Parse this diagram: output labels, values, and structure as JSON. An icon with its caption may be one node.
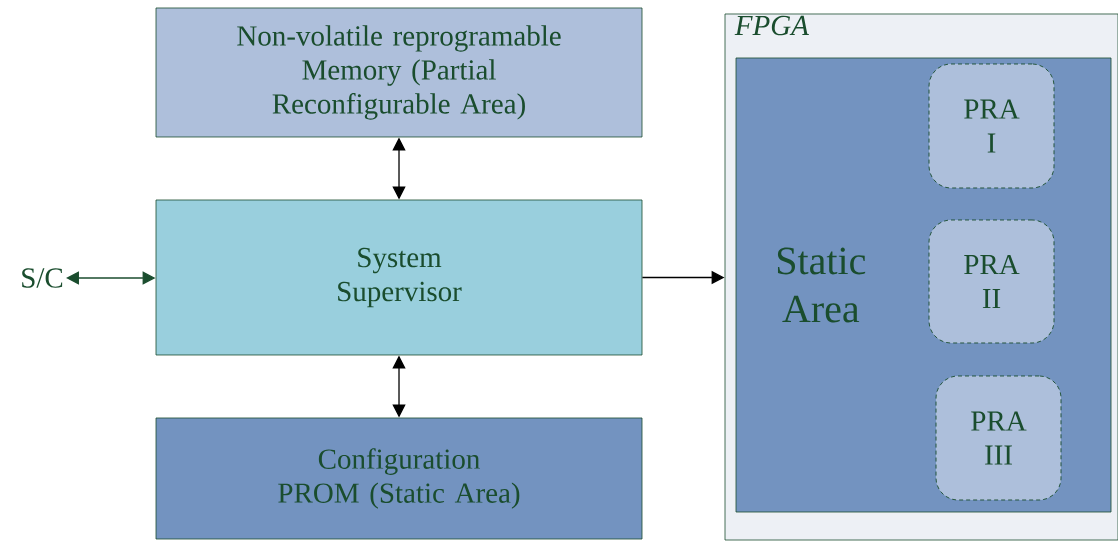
{
  "diagram": {
    "nodes": [
      {
        "text": [
          "Non-volatile reprogramable Memory (Partial Reconfigurable Area)"
        ]
      },
      {
        "text": [
          "S/C"
        ]
      },
      {
        "text": [
          "System Supervisor"
        ]
      },
      {
        "text": [
          "Configuration PROM (Static Area)"
        ]
      },
      {
        "text": [
          "FPGA"
        ]
      },
      {
        "text": [
          "Static Area"
        ],
        "in": 4
      },
      {
        "text": [
          "PRA I"
        ],
        "in": 5
      },
      {
        "text": [
          "PRA II"
        ],
        "in": 5
      },
      {
        "text": [
          "PRA III"
        ],
        "in": 5
      }
    ],
    "edges": [
      {
        "from": 0,
        "to": 2,
        "arrow": "both"
      },
      {
        "from": 1,
        "to": 2,
        "arrow": "both",
        "color": "#1a4d2e"
      },
      {
        "from": 2,
        "to": 3,
        "arrow": "both"
      },
      {
        "from": 2,
        "to": 4,
        "arrow": "to"
      }
    ]
  }
}
